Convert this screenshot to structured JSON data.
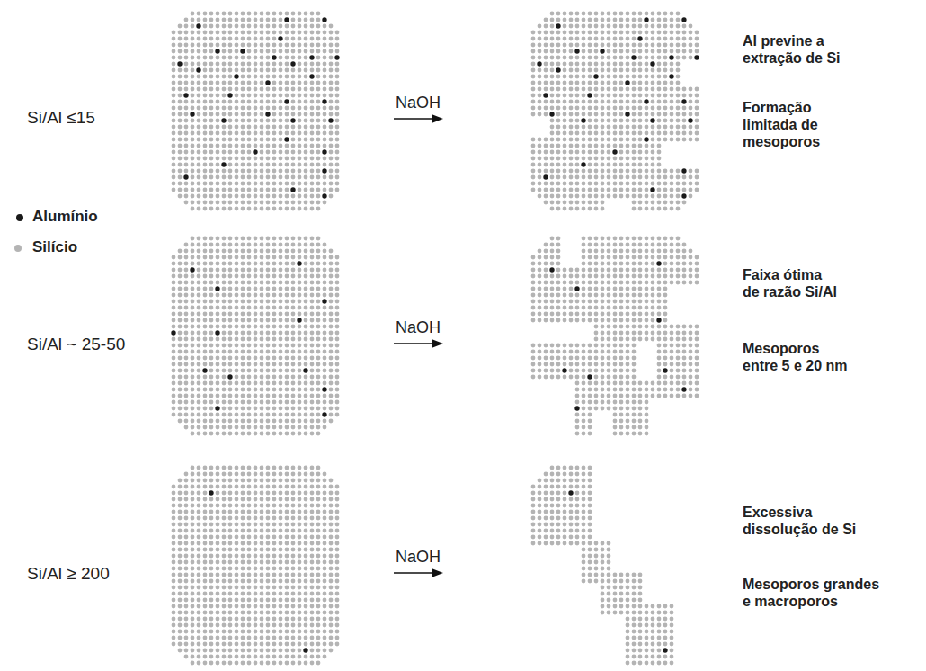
{
  "diagram": {
    "labels": [
      "Si/Al ≤15",
      "NaOH",
      "Al previne a extração de Si",
      "Formação limitada de mesoporos",
      "Si/Al ~ 25-50",
      "NaOH",
      "Faixa ótima de razão Si/Al",
      "Mesoporos entre 5 e 20 nm",
      "Si/Al ≥ 200",
      "NaOH",
      "Excessiva dissolução de Si",
      "Mesoporos grandes e macroporos"
    ],
    "legend": [
      {
        "text": "Alumínio",
        "color": "#1a1a1a"
      },
      {
        "text": "Silício",
        "color": "#b4b4b4"
      }
    ]
  }
}
